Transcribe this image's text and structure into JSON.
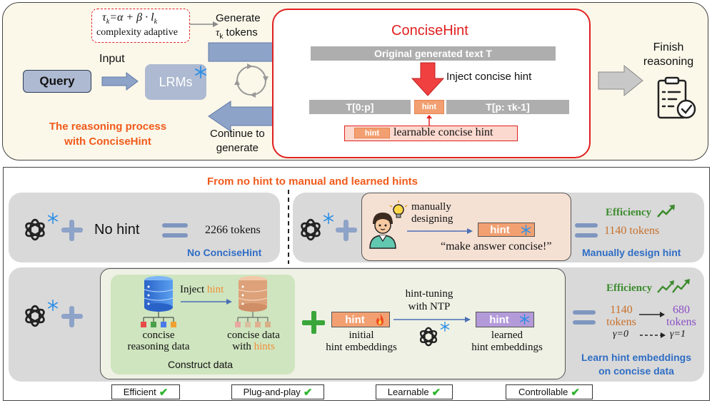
{
  "top": {
    "formula": "τk=α + β · lk",
    "formula_tau": "τ",
    "formula_k": "k",
    "formula_rest": "=α + β · l",
    "formula_lk": "k",
    "complexity": "complexity adaptive",
    "generate_line1": "Generate",
    "generate_tau": "τ",
    "generate_k": "k",
    "generate_tokens": " tokens",
    "input": "Input",
    "query": "Query",
    "lrms": "LRMs",
    "continue1": "Continue to",
    "continue2": "generate",
    "process1": "The reasoning process",
    "process2": "with ConciseHint",
    "concisehint_title": "ConciseHint",
    "original_text": "Original generated text T",
    "inject": "Inject concise hint",
    "seg_left": "T[0:p]",
    "seg_hint": "hint",
    "seg_right": "T[p: τk-1]",
    "learnable_chip": "hint",
    "learnable_text": "learnable concise hint",
    "finish1": "Finish",
    "finish2": "reasoning"
  },
  "bottom": {
    "title": "From no hint to manual and learned hints",
    "nohint": "No hint",
    "nohint_tokens": "2266 tokens",
    "no_concisehint": "No ConciseHint",
    "manually1": "manually",
    "manually2": "designing",
    "manual_chip": "hint",
    "manual_quote": "“make answer concise!”",
    "efficiency": "Efficiency",
    "manual_tokens": "1140 tokens",
    "manual_design_hint": "Manually design hint",
    "inject_hint_prefix": "Inject ",
    "inject_hint_word": "hint",
    "concise1": "concise",
    "concise2": "reasoning data",
    "concise_with1": "concise data",
    "concise_with2_prefix": "with ",
    "concise_with2_word": "hints",
    "construct": "Construct data",
    "hint_tuning1": "hint-tuning",
    "hint_tuning2": "with NTP",
    "initial_chip": "hint",
    "initial1": "initial",
    "initial2": "hint embeddings",
    "learned_chip": "hint",
    "learned1": "learned",
    "learned2": "hint embeddings",
    "tokens_1140a": "1140",
    "tokens_1140b": "tokens",
    "tokens_680a": "680",
    "tokens_680b": "tokens",
    "gamma0": "γ=0",
    "gamma1": "γ=1",
    "learn1": "Learn hint embeddings",
    "learn2": "on concise data",
    "checks": [
      "Efficient",
      "Plug-and-play",
      "Learnable",
      "Controllable"
    ]
  },
  "colors": {
    "orange": "#f05a1a",
    "blue": "#2f6dc4",
    "red": "#e02020",
    "hint": "#f2a072",
    "learned": "#b39ad9",
    "green": "#3c8b2e"
  },
  "icons": [
    "snowflake-icon",
    "openai-logo-icon",
    "refresh-cycle-icon",
    "clipboard-check-icon",
    "database-icon",
    "fire-icon",
    "person-lightbulb-icon",
    "trend-up-icon",
    "check-icon"
  ]
}
